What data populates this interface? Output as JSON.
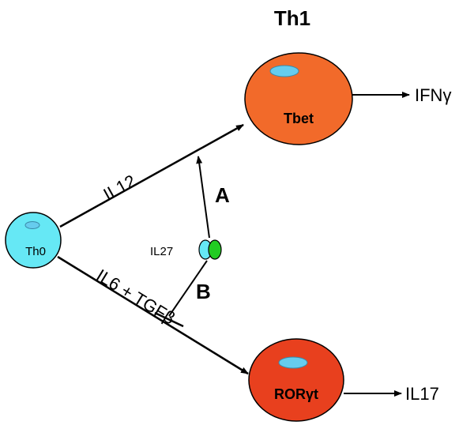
{
  "diagram": {
    "th1_title": "Th1",
    "th0_label": "Th0",
    "tbet_label": "Tbet",
    "rorgt_label": "RORγt",
    "ifng_label": "IFNγ",
    "il17_label": "IL17",
    "il12_label": "IL12",
    "il6_tgfb_label": "IL6 + TGFβ",
    "il27_label": "IL27",
    "a_label": "A",
    "b_label": "B"
  },
  "colors": {
    "th0_fill": "#66e8f5",
    "tbet_cell_fill": "#f26a2a",
    "rorgt_cell_fill": "#e8401e",
    "nucleus_fill": "#66ccee",
    "il27_left": "#66e8f5",
    "il27_right": "#22cc22",
    "line": "#000000"
  }
}
